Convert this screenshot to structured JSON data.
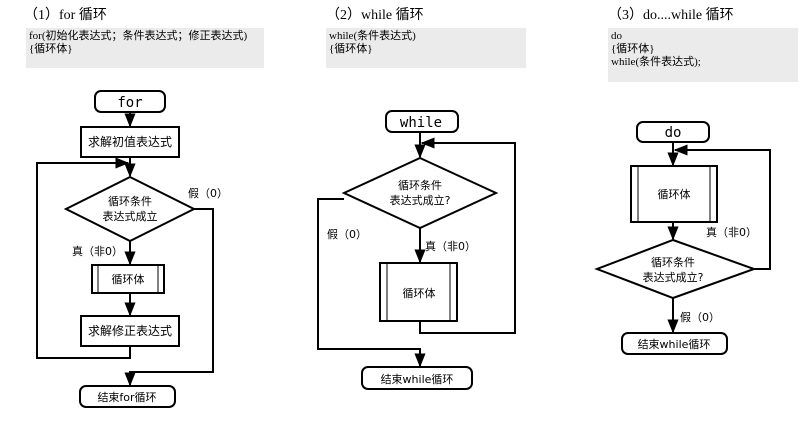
{
  "sections": [
    {
      "heading": "（1）for 循环",
      "code": [
        "for(初始化表达式；条件表达式；修正表达式)",
        "{循环体}"
      ]
    },
    {
      "heading": "（2）while 循环",
      "code": [
        "while(条件表达式)",
        "{循环体}"
      ]
    },
    {
      "heading": "（3）do....while 循环",
      "code": [
        "do",
        "{循环体}",
        "while(条件表达式);"
      ]
    }
  ],
  "flow_for": {
    "start": "for",
    "init": "求解初值表达式",
    "cond_line1": "循环条件",
    "cond_line2": "表达式成立",
    "false_label": "假（0）",
    "true_label": "真（非0）",
    "body": "循环体",
    "update": "求解修正表达式",
    "end": "结束for循环"
  },
  "flow_while": {
    "start": "while",
    "cond_line1": "循环条件",
    "cond_line2": "表达式成立?",
    "false_label": "假（0）",
    "true_label": "真（非0）",
    "body": "循环体",
    "end": "结束while循环"
  },
  "flow_do": {
    "start": "do",
    "body": "循环体",
    "true_label": "真（非0）",
    "cond_line1": "循环条件",
    "cond_line2": "表达式成立?",
    "false_label": "假（0）",
    "end": "结束while循环"
  },
  "colors": {
    "line": "#000000",
    "code_bg": "#ebebeb",
    "box_fill": "#ffffff"
  }
}
